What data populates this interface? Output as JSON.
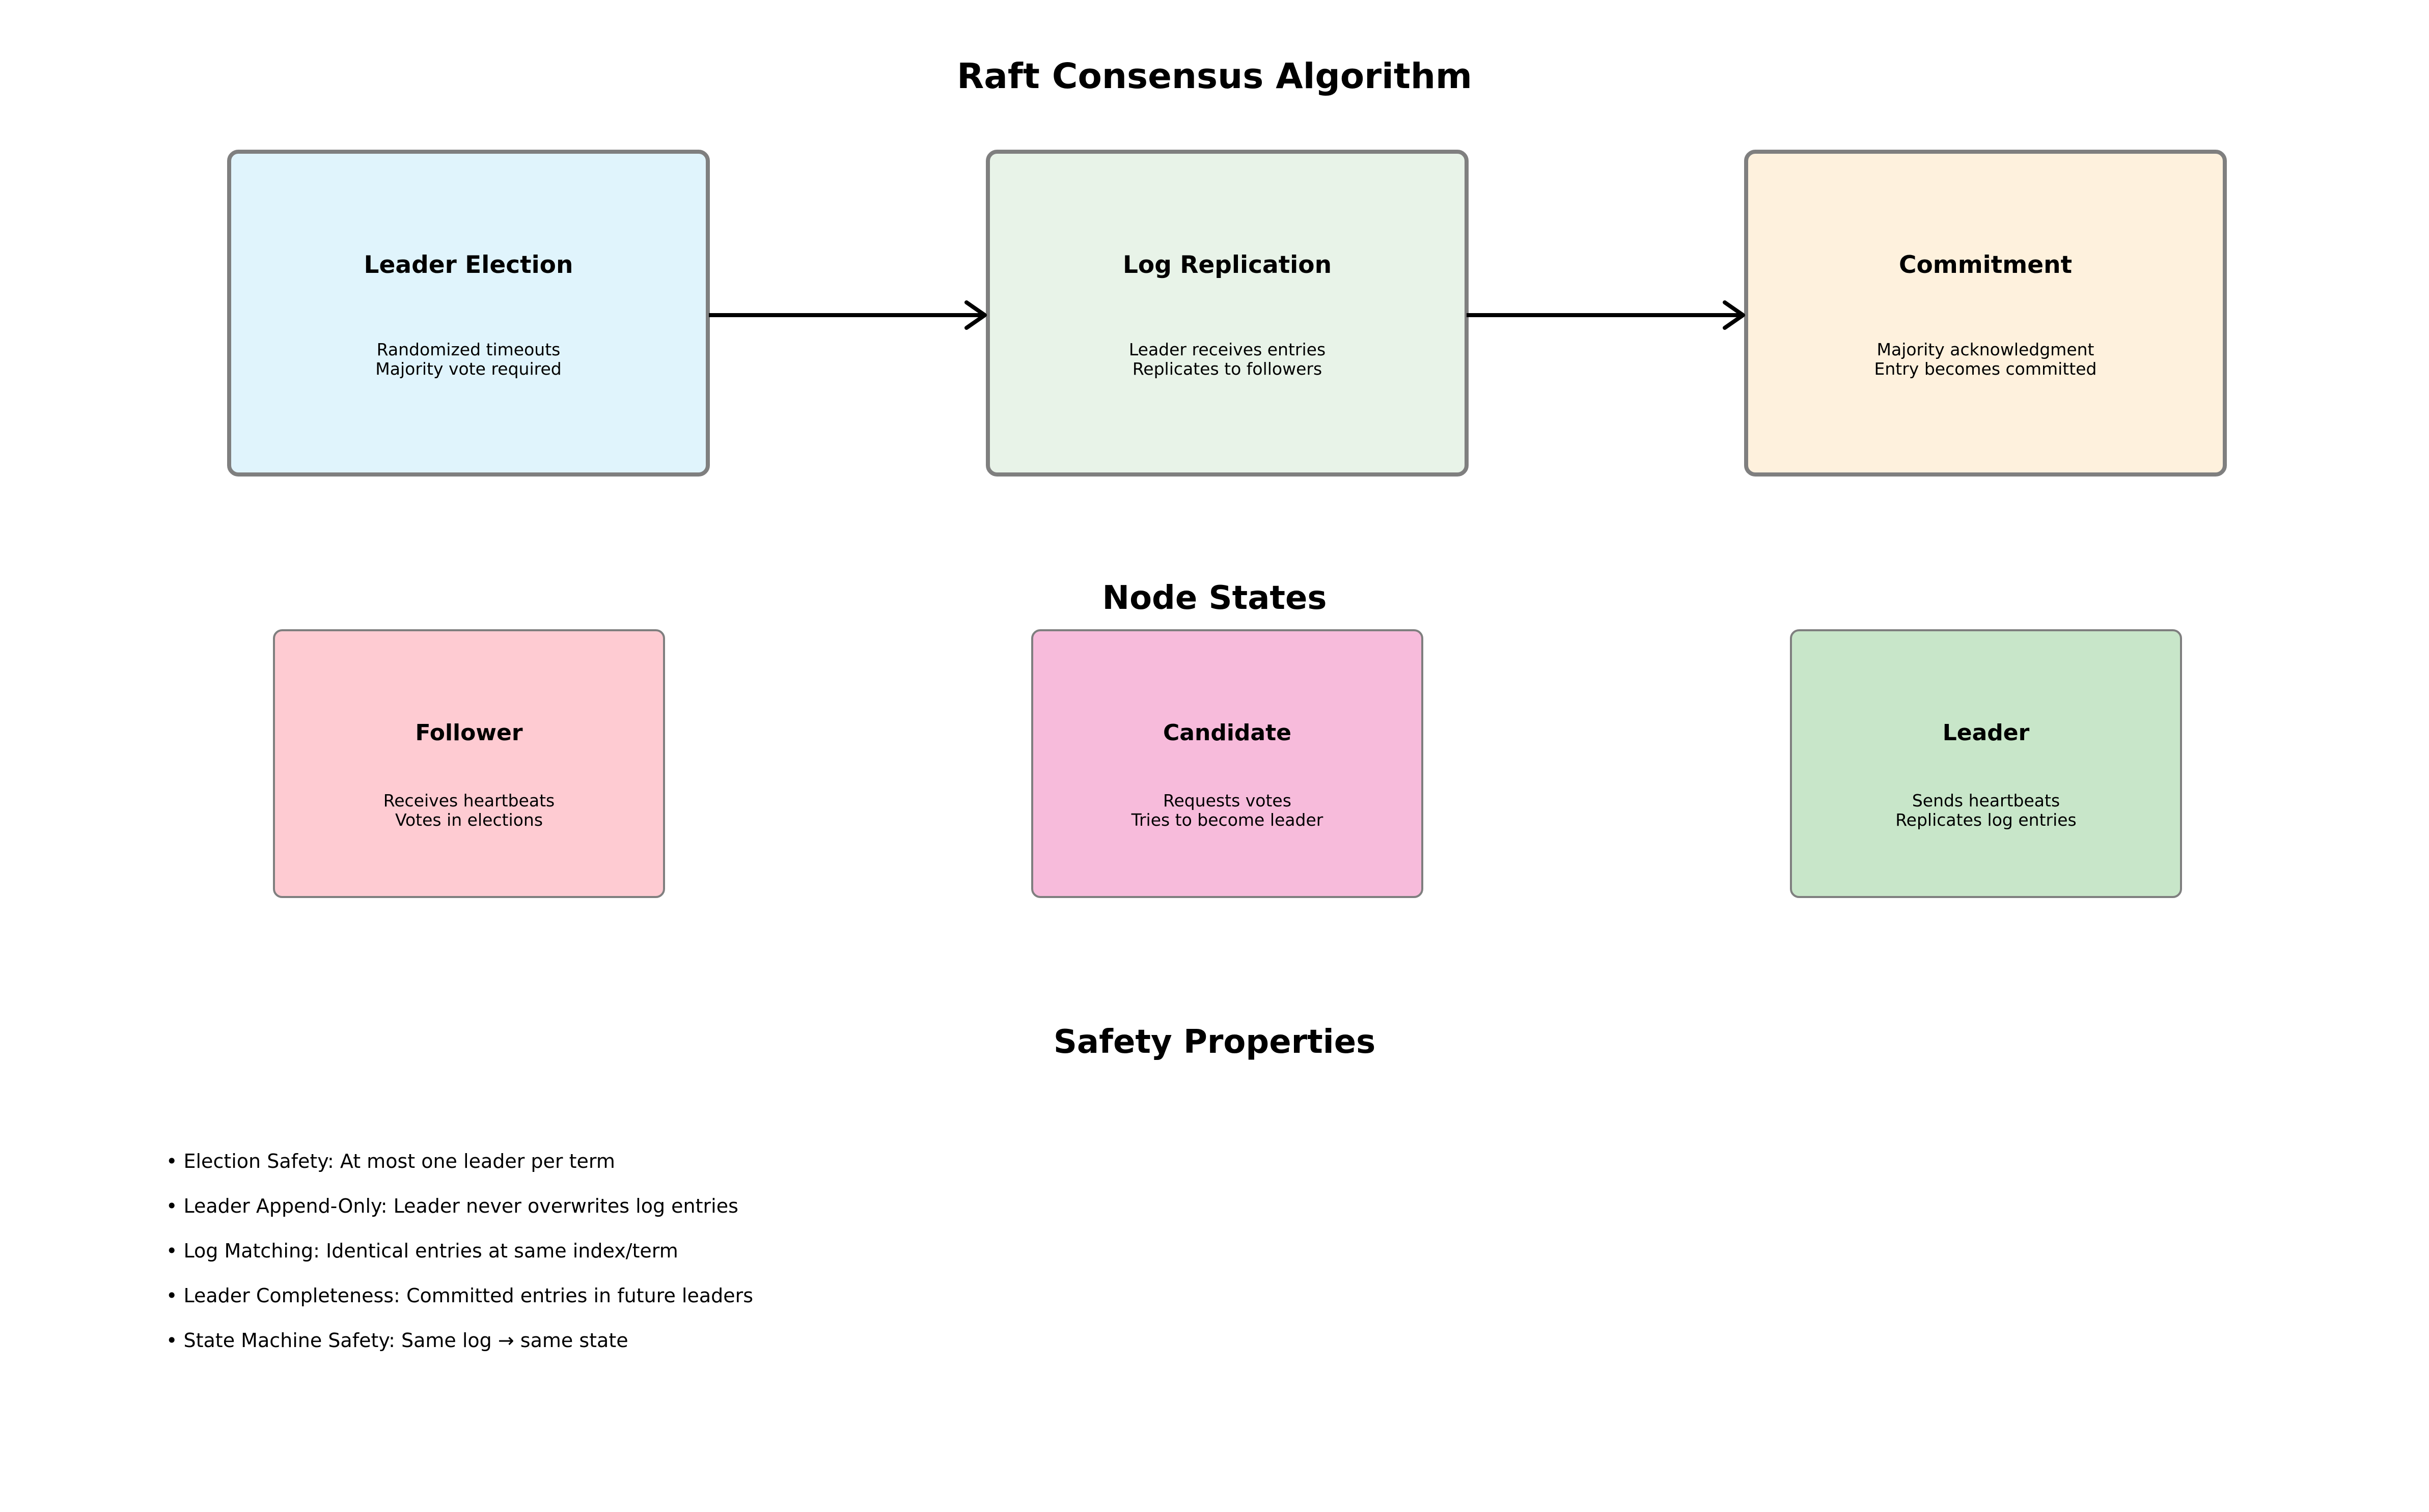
{
  "title": "Raft Consensus Algorithm",
  "phases": [
    {
      "title": "Leader Election",
      "lines": [
        "Randomized timeouts",
        "Majority vote required"
      ],
      "color": "#e0f4fc"
    },
    {
      "title": "Log Replication",
      "lines": [
        "Leader receives entries",
        "Replicates to followers"
      ],
      "color": "#e8f3e8"
    },
    {
      "title": "Commitment",
      "lines": [
        "Majority acknowledgment",
        "Entry becomes committed"
      ],
      "color": "#fef1dd"
    }
  ],
  "node_states": {
    "heading": "Node States",
    "states": [
      {
        "title": "Follower",
        "lines": [
          "Receives heartbeats",
          "Votes in elections"
        ],
        "color": "#fecbd2"
      },
      {
        "title": "Candidate",
        "lines": [
          "Requests votes",
          "Tries to become leader"
        ],
        "color": "#f7bbdb"
      },
      {
        "title": "Leader",
        "lines": [
          "Sends heartbeats",
          "Replicates log entries"
        ],
        "color": "#c8e6c9"
      }
    ]
  },
  "safety": {
    "heading": "Safety Properties",
    "items": [
      "• Election Safety: At most one leader per term",
      "• Leader Append-Only: Leader never overwrites log entries",
      "• Log Matching: Identical entries at same index/term",
      "• Leader Completeness: Committed entries in future leaders",
      "• State Machine Safety: Same log → same state"
    ]
  }
}
